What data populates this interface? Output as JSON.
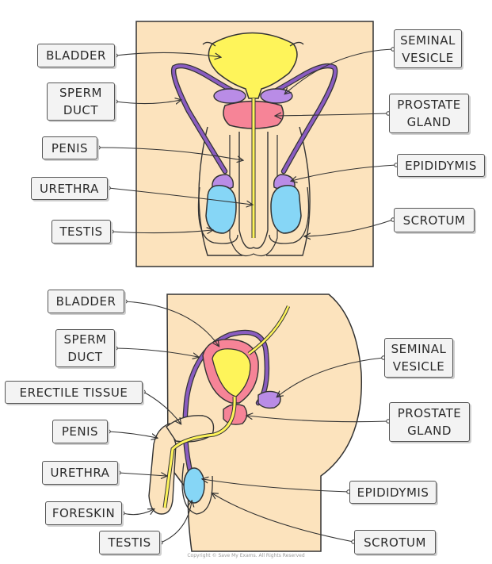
{
  "front_view": {
    "labels": {
      "bladder": "BLADDER",
      "sperm_duct": "SPERM\nDUCT",
      "penis": "PENIS",
      "urethra": "URETHRA",
      "testis": "TESTIS",
      "seminal_vesicle": "SEMINAL\nVESICLE",
      "prostate_gland": "PROSTATE\nGLAND",
      "epididymis": "EPIDIDYMIS",
      "scrotum": "SCROTUM"
    }
  },
  "side_view": {
    "labels": {
      "bladder": "BLADDER",
      "sperm_duct": "SPERM\nDUCT",
      "erectile_tissue": "ERECTILE TISSUE",
      "penis": "PENIS",
      "urethra": "URETHRA",
      "foreskin": "FORESKIN",
      "testis": "TESTIS",
      "seminal_vesicle": "SEMINAL\nVESICLE",
      "prostate_gland": "PROSTATE\nGLAND",
      "epididymis": "EPIDIDYMIS",
      "scrotum": "SCROTUM"
    }
  },
  "copyright": "Copyright © Save My Exams. All Rights Reserved",
  "colors": {
    "skin": "#fce3bd",
    "bladder": "#fef45a",
    "prostate": "#f68497",
    "vesicle": "#b98ce6",
    "testis": "#86d6f6",
    "duct": "#8a5cc0",
    "outline": "#333333"
  }
}
